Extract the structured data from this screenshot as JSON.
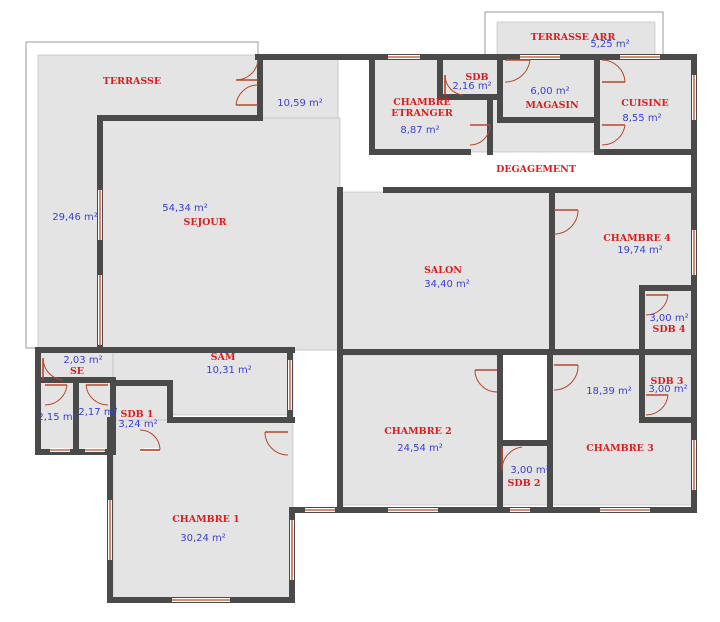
{
  "colors": {
    "room_fill": "#e4e4e4",
    "wall": "#4a4a4a",
    "window": "#c46a4c",
    "door": "#b5482a",
    "name_text": "#e01b1b",
    "area_text": "#3a3fd8"
  },
  "rooms": [
    {
      "id": "terrasse",
      "name": "TERRASSE",
      "area": "29,46 m²"
    },
    {
      "id": "terrasse-arr",
      "name": "TERRASSE ARR",
      "area": "5,25 m²"
    },
    {
      "id": "vestibule",
      "name": "",
      "area": "10,59 m²"
    },
    {
      "id": "chambre-etranger",
      "name": "CHAMBRE ETRANGER",
      "area": "8,87 m²"
    },
    {
      "id": "sdb-top",
      "name": "SDB",
      "area": "2,16 m²"
    },
    {
      "id": "magasin",
      "name": "MAGASIN",
      "area": "6,00 m²"
    },
    {
      "id": "cuisine",
      "name": "CUISINE",
      "area": "8,55 m²"
    },
    {
      "id": "degagement",
      "name": "DEGAGEMENT",
      "area": ""
    },
    {
      "id": "sejour",
      "name": "SEJOUR",
      "area": "54,34 m²"
    },
    {
      "id": "salon",
      "name": "SALON",
      "area": "34,40 m²"
    },
    {
      "id": "chambre-4",
      "name": "CHAMBRE 4",
      "area": "19,74 m²"
    },
    {
      "id": "sdb-4",
      "name": "SDB 4",
      "area": "3,00 m²"
    },
    {
      "id": "se",
      "name": "SE",
      "area": "2,03 m²"
    },
    {
      "id": "se-wc-1",
      "name": "",
      "area": "2,15 m²"
    },
    {
      "id": "se-wc-2",
      "name": "",
      "area": "2,17 m²"
    },
    {
      "id": "sam",
      "name": "SAM",
      "area": "10,31 m²"
    },
    {
      "id": "sdb-1",
      "name": "SDB 1",
      "area": "3,24 m²"
    },
    {
      "id": "chambre-2",
      "name": "CHAMBRE 2",
      "area": "24,54 m²"
    },
    {
      "id": "sdb-2",
      "name": "SDB 2",
      "area": "3,00 m²"
    },
    {
      "id": "sdb-3",
      "name": "SDB 3",
      "area": "3,00 m²"
    },
    {
      "id": "chambre-3",
      "name": "CHAMBRE 3",
      "area": "18,39 m²"
    },
    {
      "id": "chambre-1",
      "name": "CHAMBRE 1",
      "area": "30,24 m²"
    }
  ]
}
